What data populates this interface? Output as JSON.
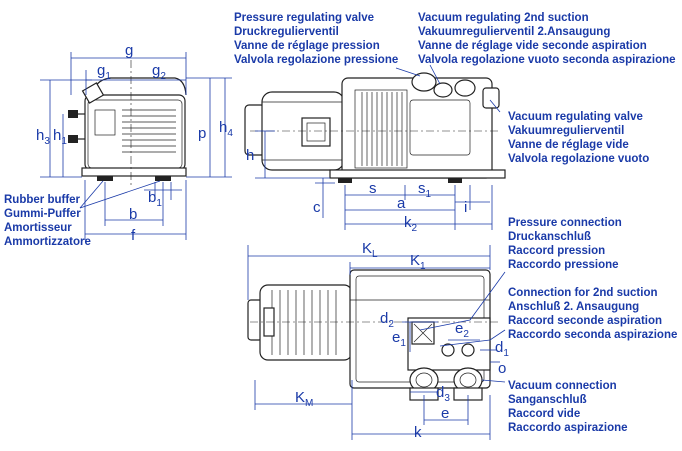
{
  "labels": {
    "rubber_buffer": [
      "Rubber buffer",
      "Gummi-Puffer",
      "Amortisseur",
      "Ammortizzatore"
    ],
    "pressure_valve": [
      "Pressure regulating valve",
      "Druckregulierventil",
      "Vanne de réglage pression",
      "Valvola regolazione pressione"
    ],
    "vacuum_2nd": [
      "Vacuum regulating 2nd suction",
      "Vakuumregulierventil 2.Ansaugung",
      "Vanne de réglage vide seconde aspiration",
      "Valvola regolazione vuoto seconda aspirazione"
    ],
    "vacuum_valve": [
      "Vacuum regulating valve",
      "Vakuumregulierventil",
      "Vanne de réglage vide",
      "Valvola regolazione vuoto"
    ],
    "pressure_conn": [
      "Pressure connection",
      "Druckanschluß",
      "Raccord pression",
      "Raccordo pressione"
    ],
    "conn_2nd": [
      "Connection for 2nd suction",
      "Anschluß 2. Ansaugung",
      "Raccord seconde aspiration",
      "Raccordo seconda aspirazione"
    ],
    "vacuum_conn": [
      "Vacuum connection",
      "Sanganschluß",
      "Raccord vide",
      "Raccordo aspirazione"
    ]
  },
  "dims": {
    "g": "g",
    "g1": [
      "g",
      "1"
    ],
    "g2": [
      "g",
      "2"
    ],
    "h3": [
      "h",
      "3"
    ],
    "h1": [
      "h",
      "1"
    ],
    "p": "p",
    "h4": [
      "h",
      "4"
    ],
    "b1": [
      "b",
      "1"
    ],
    "b": "b",
    "f": "f",
    "h": "h",
    "c": "c",
    "s": "s",
    "s1": [
      "s",
      "1"
    ],
    "a": "a",
    "i": "i",
    "k2": [
      "k",
      "2"
    ],
    "KL": [
      "K",
      "L"
    ],
    "K1": [
      "K",
      "1"
    ],
    "d2": [
      "d",
      "2"
    ],
    "e1": [
      "e",
      "1"
    ],
    "e2": [
      "e",
      "2"
    ],
    "d1": [
      "d",
      "1"
    ],
    "o": "o",
    "KM": [
      "K",
      "M"
    ],
    "d3": [
      "d",
      "3"
    ],
    "e": "e",
    "k": "k"
  }
}
